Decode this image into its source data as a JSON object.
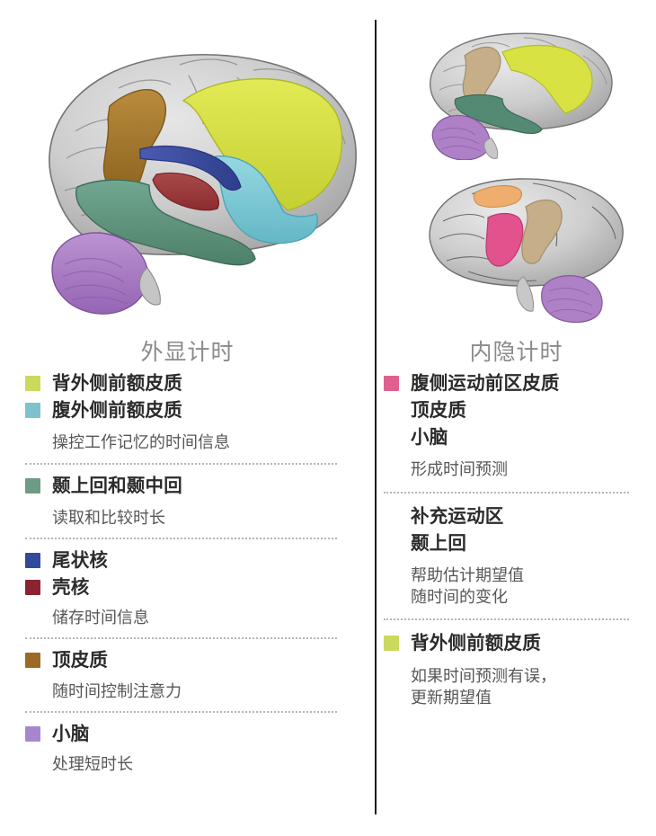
{
  "figure": {
    "divider_color": "#1d1d1d",
    "background": "#ffffff"
  },
  "left": {
    "heading": "外显计时",
    "brain_view": "lateral-left-hemisphere-large",
    "groups": [
      {
        "entries": [
          {
            "swatch": "#cbd95c",
            "term": "背外侧前额皮质"
          },
          {
            "swatch": "#7dc2cd",
            "term": "腹外侧前额皮质"
          }
        ],
        "desc": "操控工作记忆的时间信息"
      },
      {
        "entries": [
          {
            "swatch": "#6d9b84",
            "term": "颞上回和颞中回"
          }
        ],
        "desc": "读取和比较时长"
      },
      {
        "entries": [
          {
            "swatch": "#33499a",
            "term": "尾状核"
          },
          {
            "swatch": "#8c2330",
            "term": "壳核"
          }
        ],
        "desc": "储存时间信息"
      },
      {
        "entries": [
          {
            "swatch": "#9c6a26",
            "term": "顶皮质"
          }
        ],
        "desc": "随时间控制注意力"
      },
      {
        "entries": [
          {
            "swatch": "#a886cf",
            "term": "小脑"
          }
        ],
        "desc": "处理短时长"
      }
    ]
  },
  "right": {
    "heading": "内隐计时",
    "brain_view_top": "lateral-left-hemisphere-small-top",
    "brain_view_bottom": "lateral-left-hemisphere-small-bottom",
    "groups": [
      {
        "entries": [
          {
            "swatch": "#e0608f",
            "term": "腹侧运动前区皮质"
          },
          {
            "swatch": null,
            "term": "顶皮质"
          },
          {
            "swatch": null,
            "term": "小脑"
          }
        ],
        "desc": "形成时间预测"
      },
      {
        "entries": [
          {
            "swatch": null,
            "term": "补充运动区"
          },
          {
            "swatch": null,
            "term": "颞上回"
          }
        ],
        "desc": "帮助估计期望值\n随时间的变化"
      },
      {
        "entries": [
          {
            "swatch": "#cbd95c",
            "term": "背外侧前额皮质"
          }
        ],
        "desc": "如果时间预测有误，\n更新期望值"
      }
    ]
  },
  "brain_colors": {
    "dlpfc_yellow_green": "#d6e040",
    "vlpfc_cyan": "#7ecbd8",
    "temporal_green": "#5e9580",
    "caudate_blue": "#3a4ea0",
    "putamen_red": "#9b3038",
    "parietal_brown": "#a9782f",
    "cerebellum_purple": "#ab7dc4",
    "premotor_pink": "#e0538c",
    "sma_orange": "#eead6e",
    "tan": "#c2ab86",
    "cortex_gray": "#c9c9c9",
    "cortex_gray_dark": "#9b9b9b",
    "cortex_outline": "#6a6a6a"
  }
}
